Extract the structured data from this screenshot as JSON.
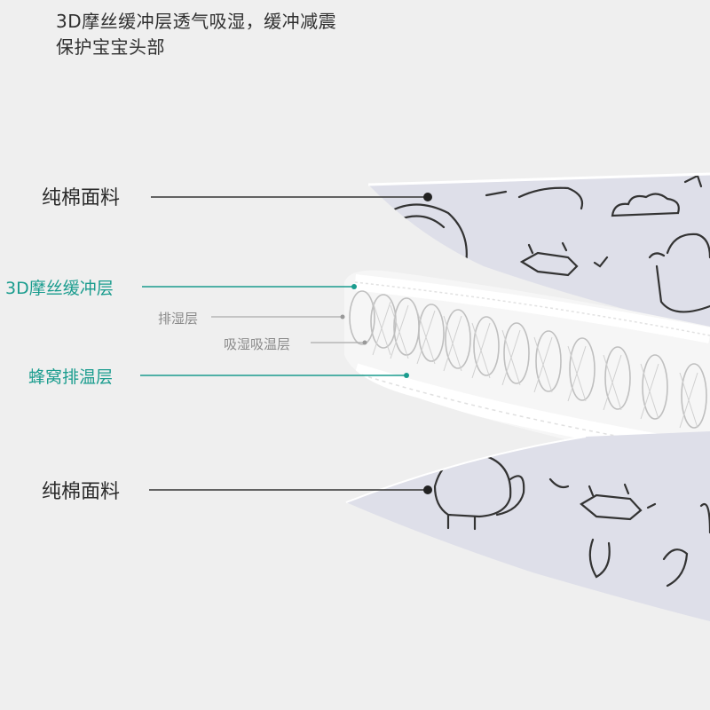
{
  "caption": {
    "line1": "3D摩丝缓冲层透气吸湿，缓冲减震",
    "line2": "保护宝宝头部"
  },
  "labels": {
    "cotton_top": "纯棉面料",
    "mesh_3d": "3D摩丝缓冲层",
    "drain": "排湿层",
    "absorb": "吸湿吸温层",
    "honeycomb": "蜂窝排温层",
    "cotton_bottom": "纯棉面料"
  },
  "colors": {
    "fabric": "#dedfe9",
    "teal": "#1a9c8e",
    "background": "#efefef",
    "outline": "#333333"
  }
}
